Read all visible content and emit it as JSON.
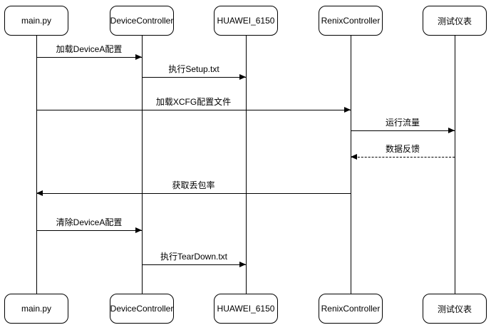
{
  "diagram": {
    "type": "uml-sequence-diagram",
    "colors": {
      "background": "#ffffff",
      "line": "#000000",
      "box_border": "#000000",
      "box_fill": "#ffffff",
      "text": "#000000"
    },
    "actors": [
      {
        "label": "main.py"
      },
      {
        "label": "DeviceController"
      },
      {
        "label": "HUAWEI_6150"
      },
      {
        "label": "RenixController"
      },
      {
        "label": "测试仪表"
      }
    ],
    "messages": [
      {
        "label": "加载DeviceA配置",
        "from": "main.py",
        "to": "DeviceController",
        "line": "solid",
        "direction": "right"
      },
      {
        "label": "执行Setup.txt",
        "from": "DeviceController",
        "to": "HUAWEI_6150",
        "line": "solid",
        "direction": "right"
      },
      {
        "label": "加载XCFG配置文件",
        "from": "main.py",
        "to": "RenixController",
        "line": "solid",
        "direction": "right"
      },
      {
        "label": "运行流量",
        "from": "RenixController",
        "to": "测试仪表",
        "line": "solid",
        "direction": "right"
      },
      {
        "label": "数据反馈",
        "from": "测试仪表",
        "to": "RenixController",
        "line": "dashed",
        "direction": "left"
      },
      {
        "label": "获取丢包率",
        "from": "RenixController",
        "to": "main.py",
        "line": "solid",
        "direction": "left"
      },
      {
        "label": "清除DeviceA配置",
        "from": "main.py",
        "to": "DeviceController",
        "line": "solid",
        "direction": "right"
      },
      {
        "label": "执行TearDown.txt",
        "from": "DeviceController",
        "to": "HUAWEI_6150",
        "line": "solid",
        "direction": "right"
      }
    ]
  }
}
